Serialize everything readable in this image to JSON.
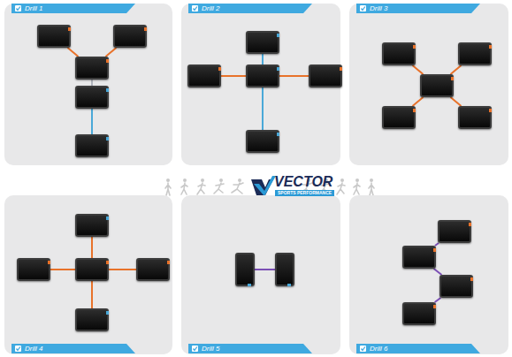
{
  "diagram": {
    "nodes": [
      {
        "text": [
          "Drill 1"
        ]
      },
      {
        "text": [],
        "in": 0
      },
      {
        "text": [],
        "in": 0
      },
      {
        "text": [],
        "in": 0
      },
      {
        "text": [],
        "in": 0
      },
      {
        "text": [],
        "in": 0
      },
      {
        "text": [
          "Drill 2"
        ]
      },
      {
        "text": [],
        "in": 6
      },
      {
        "text": [],
        "in": 6
      },
      {
        "text": [],
        "in": 6
      },
      {
        "text": [],
        "in": 6
      },
      {
        "text": [],
        "in": 6
      },
      {
        "text": [
          "Drill 3"
        ]
      },
      {
        "text": [],
        "in": 12
      },
      {
        "text": [],
        "in": 12
      },
      {
        "text": [],
        "in": 12
      },
      {
        "text": [],
        "in": 12
      },
      {
        "text": [],
        "in": 12
      },
      {
        "text": [
          "Drill 4"
        ]
      },
      {
        "text": [],
        "in": 18
      },
      {
        "text": [],
        "in": 18
      },
      {
        "text": [],
        "in": 18
      },
      {
        "text": [],
        "in": 18
      },
      {
        "text": [],
        "in": 18
      },
      {
        "text": [
          "Drill 5"
        ]
      },
      {
        "text": [],
        "in": 24
      },
      {
        "text": [],
        "in": 24
      },
      {
        "text": [
          "Drill 6"
        ]
      },
      {
        "text": [],
        "in": 27
      },
      {
        "text": [],
        "in": 27
      },
      {
        "text": [],
        "in": 27
      },
      {
        "text": [],
        "in": 27
      }
    ],
    "edges": [
      {
        "from": 1,
        "to": 3,
        "arrow": "none"
      },
      {
        "from": 2,
        "to": 3,
        "arrow": "none"
      },
      {
        "from": 3,
        "to": 4,
        "arrow": "none"
      },
      {
        "from": 4,
        "to": 5,
        "arrow": "none"
      },
      {
        "from": 8,
        "to": 9,
        "arrow": "none"
      },
      {
        "from": 9,
        "to": 10,
        "arrow": "none"
      },
      {
        "from": 7,
        "to": 11,
        "arrow": "none"
      },
      {
        "from": 13,
        "to": 15,
        "arrow": "none"
      },
      {
        "from": 14,
        "to": 15,
        "arrow": "none"
      },
      {
        "from": 15,
        "to": 16,
        "arrow": "none"
      },
      {
        "from": 15,
        "to": 17,
        "arrow": "none"
      },
      {
        "from": 21,
        "to": 19,
        "arrow": "none"
      },
      {
        "from": 21,
        "to": 20,
        "arrow": "none"
      },
      {
        "from": 21,
        "to": 22,
        "arrow": "none"
      },
      {
        "from": 21,
        "to": 23,
        "arrow": "none"
      },
      {
        "from": 25,
        "to": 26,
        "arrow": "none"
      },
      {
        "from": 28,
        "to": 29,
        "arrow": "none"
      },
      {
        "from": 29,
        "to": 30,
        "arrow": "none"
      },
      {
        "from": 30,
        "to": 31,
        "arrow": "none"
      }
    ],
    "labels": [
      "VECTOR",
      "SPORTS PERFORMANCE"
    ]
  }
}
